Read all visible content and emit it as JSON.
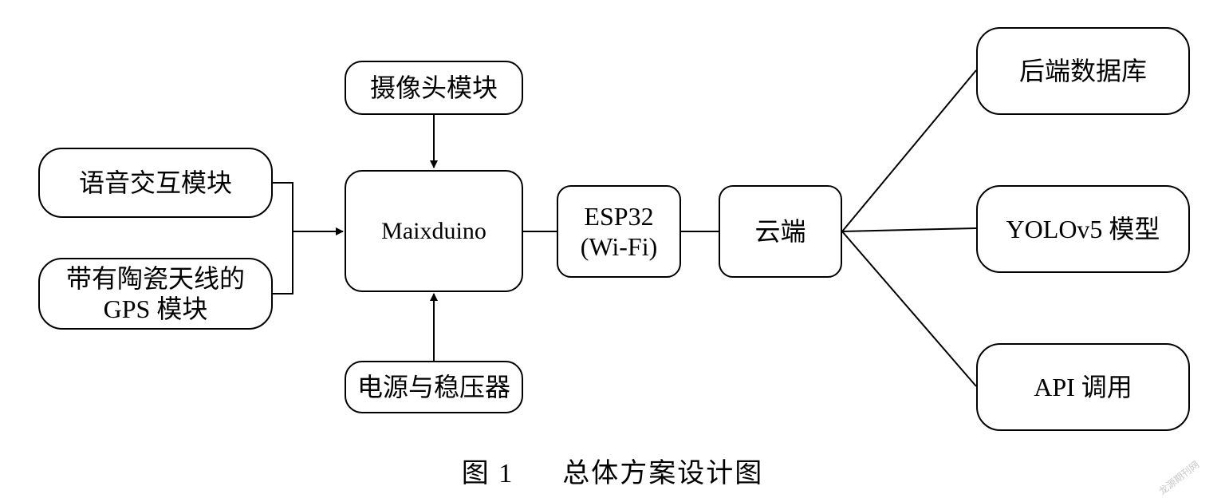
{
  "nodes": {
    "camera": "摄像头模块",
    "voice": "语音交互模块",
    "gps_line1": "带有陶瓷天线的",
    "gps_line2": "GPS 模块",
    "mcu": "Maixduino",
    "esp_line1": "ESP32",
    "esp_line2": "(Wi-Fi)",
    "cloud": "云端",
    "power": "电源与稳压器",
    "database": "后端数据库",
    "yolo": "YOLOv5 模型",
    "api": "API 调用"
  },
  "caption": {
    "number": "图 1",
    "title": "总体方案设计图"
  },
  "watermark": "龙源期刊网",
  "colors": {
    "stroke": "#000000",
    "background": "#ffffff"
  }
}
